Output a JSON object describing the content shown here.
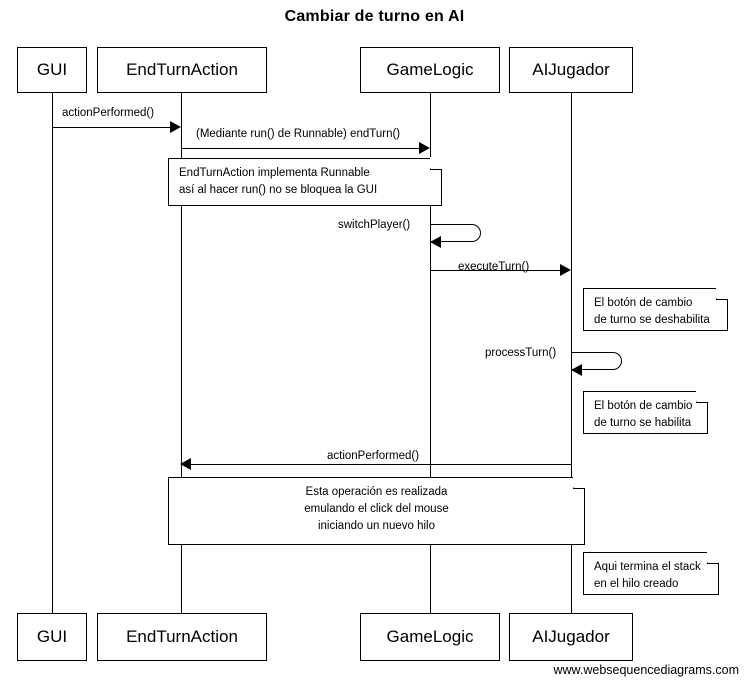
{
  "diagram": {
    "title": "Cambiar de turno en AI",
    "footer": "www.websequencediagrams.com",
    "type": "uml-sequence-diagram"
  },
  "participants": [
    {
      "id": "gui",
      "label": "GUI"
    },
    {
      "id": "endturnaction",
      "label": "EndTurnAction"
    },
    {
      "id": "gamelogic",
      "label": "GameLogic"
    },
    {
      "id": "aijugador",
      "label": "AIJugador"
    }
  ],
  "messages": [
    {
      "id": "m1",
      "label": "actionPerformed()",
      "from": "gui",
      "to": "endturnaction",
      "kind": "call"
    },
    {
      "id": "m2",
      "label": "(Mediante run() de Runnable) endTurn()",
      "from": "endturnaction",
      "to": "gamelogic",
      "kind": "call"
    },
    {
      "id": "m3",
      "label": "switchPlayer()",
      "from": "gamelogic",
      "to": "gamelogic",
      "kind": "self"
    },
    {
      "id": "m4",
      "label": "executeTurn()",
      "from": "gamelogic",
      "to": "aijugador",
      "kind": "call"
    },
    {
      "id": "m5",
      "label": "processTurn()",
      "from": "aijugador",
      "to": "aijugador",
      "kind": "self"
    },
    {
      "id": "m6",
      "label": "actionPerformed()",
      "from": "aijugador",
      "to": "endturnaction",
      "kind": "return"
    }
  ],
  "notes": [
    {
      "id": "note1",
      "lines": [
        "EndTurnAction implementa Runnable",
        "así al hacer run() no se bloquea la GUI"
      ],
      "align": "left"
    },
    {
      "id": "note2",
      "lines": [
        "El botón de cambio",
        "de turno se deshabilita"
      ],
      "align": "left"
    },
    {
      "id": "note3",
      "lines": [
        "El botón de cambio",
        "de turno se habilita"
      ],
      "align": "left"
    },
    {
      "id": "note4",
      "lines": [
        "Esta operación es realizada",
        "emulando el click del mouse",
        "iniciando un nuevo hilo"
      ],
      "align": "center"
    },
    {
      "id": "note5",
      "lines": [
        "Aqui termina el stack",
        "en el hilo creado"
      ],
      "align": "left"
    }
  ],
  "colors": {
    "stroke": "#000000",
    "background": "#ffffff"
  }
}
